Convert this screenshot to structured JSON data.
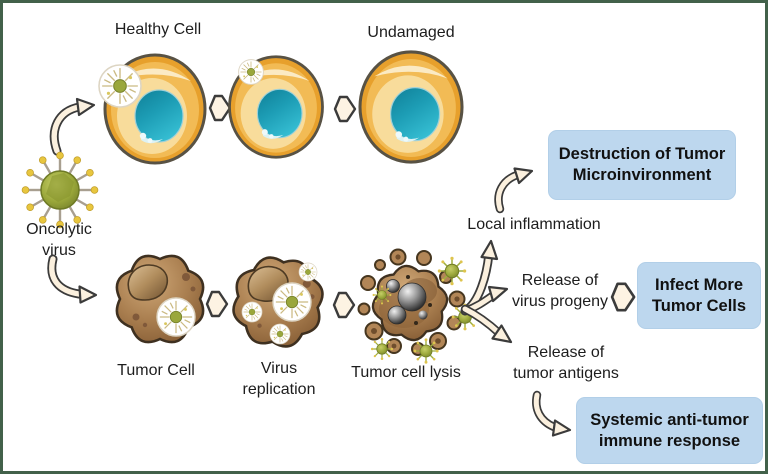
{
  "figure": {
    "title_implicit": "Oncolytic virus mechanism diagram",
    "healthy_path": {
      "start_label": "Healthy Cell",
      "end_label": "Undamaged"
    },
    "virus": {
      "label": "Oncolytic\nvirus"
    },
    "tumor_path": {
      "tumor_cell_label": "Tumor Cell",
      "replication_label": "Virus\nreplication",
      "lysis_label": "Tumor cell lysis"
    },
    "outcomes": {
      "local_inflammation_label": "Local inflammation",
      "destruction_box_label": "Destruction of Tumor\nMicroinvironment",
      "virus_progeny_label": "Release of\nvirus progeny",
      "infect_box_label": "Infect More\nTumor Cells",
      "tumor_antigens_label": "Release of\ntumor antigens",
      "systemic_box_label": "Systemic anti-tumor\nimmune response"
    },
    "colors": {
      "frame_border": "#42614a",
      "outcome_box_bg": "#bdd7ee",
      "healthy_cell_body": "#e7a02c",
      "healthy_cell_nucleus": "#1d9db5",
      "tumor_cell_body": "#aa7f50",
      "virus_body": "#9aa73a",
      "virus_spike_tip": "#e8c63e",
      "arrow_fill": "#fbf0de",
      "arrow_outline": "#3b3b3b"
    }
  }
}
